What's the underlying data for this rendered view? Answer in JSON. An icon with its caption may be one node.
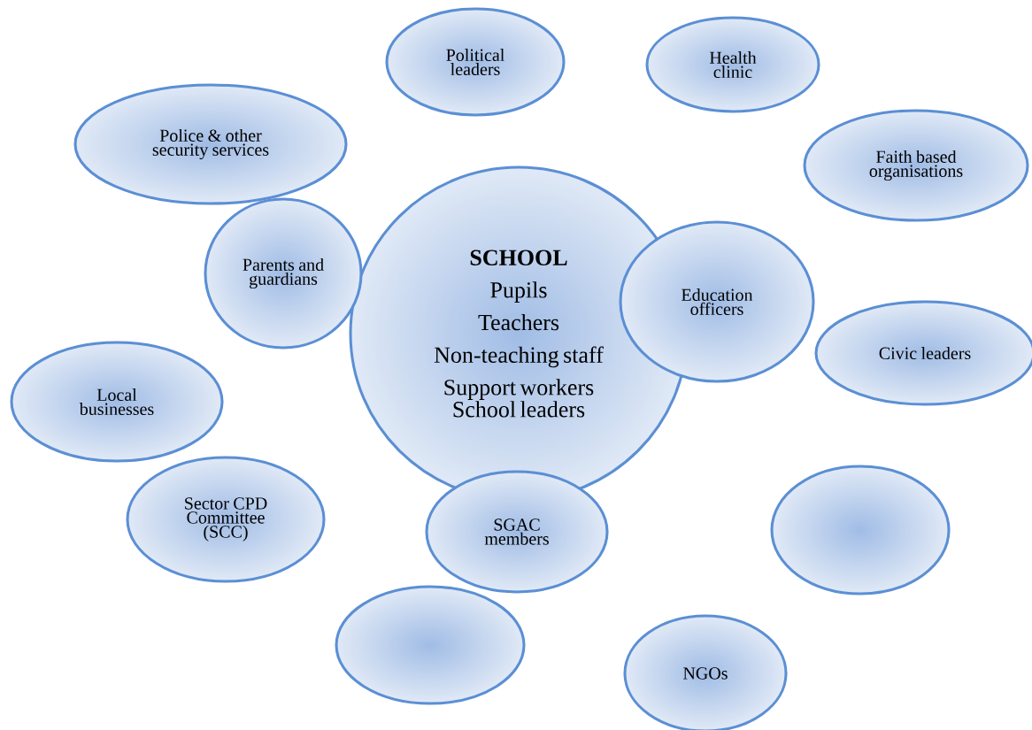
{
  "diagram": {
    "nodes": [
      {
        "text": [
          "Political leaders"
        ]
      },
      {
        "text": [
          "Health clinic"
        ]
      },
      {
        "text": [
          "Police & other security services"
        ]
      },
      {
        "text": [
          "Faith based organisations"
        ]
      },
      {
        "text": [
          "SCHOOL",
          "Pupils",
          "Teachers",
          "Non-teaching staff",
          "Support workers",
          "School leaders"
        ]
      },
      {
        "text": [
          "Parents and guardians"
        ]
      },
      {
        "text": [
          "Education officers"
        ]
      },
      {
        "text": [
          "Civic leaders"
        ]
      },
      {
        "text": [
          "Local businesses"
        ]
      },
      {
        "text": [
          "Sector CPD Committee (SCC)"
        ]
      },
      {
        "text": [
          "SGAC members"
        ]
      },
      {
        "text": [],
        "shape": "ellipse"
      },
      {
        "text": [],
        "shape": "ellipse"
      },
      {
        "text": [
          "NGOs"
        ]
      }
    ]
  }
}
